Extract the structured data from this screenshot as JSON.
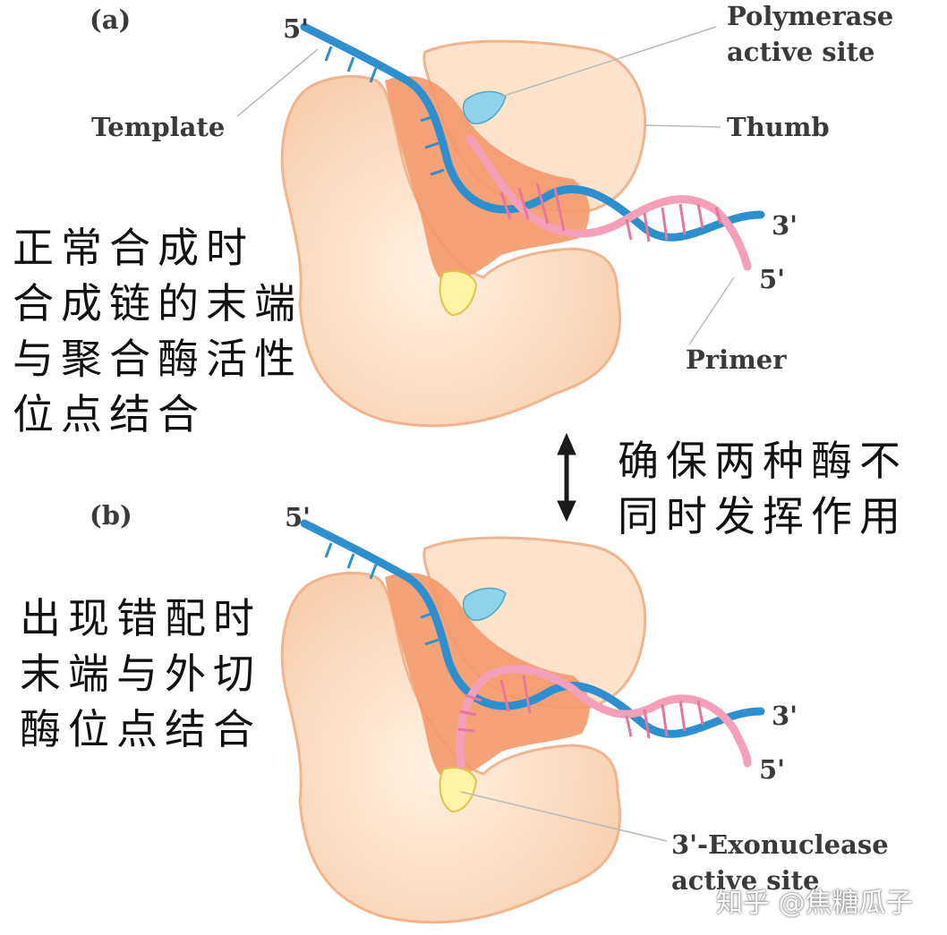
{
  "panel_a": {
    "tag": "(a)",
    "five_prime_template": "5'",
    "labels": {
      "polymerase_line1": "Polymerase",
      "polymerase_line2": "active site",
      "template": "Template",
      "thumb": "Thumb",
      "three_prime": "3'",
      "five_prime_primer": "5'",
      "primer": "Primer"
    }
  },
  "panel_b": {
    "tag": "(b)",
    "five_prime_template": "5'",
    "labels": {
      "three_prime": "3'",
      "five_prime_primer": "5'",
      "exo_line1": "3'-Exonuclease",
      "exo_line2": "active site"
    }
  },
  "annotations": {
    "normal_lines": [
      "正常合成时",
      "合成链的末端",
      "与聚合酶活性",
      "位点结合"
    ],
    "alternate_lines": [
      "确保两种酶不",
      "同时发挥作用"
    ],
    "mismatch_lines": [
      "出现错配时",
      "末端与外切",
      "酶位点结合"
    ]
  },
  "watermark": "知乎 @焦糖瓜子",
  "colors": {
    "enzyme_body": "#fcd6b8",
    "enzyme_outline": "#f0b48e",
    "palm_core": "#f4986a",
    "template_strand": "#2e8fcf",
    "primer_strand": "#f4a0b8",
    "polymerase_site": "#8fd3ea",
    "exo_site": "#fff2a0"
  }
}
